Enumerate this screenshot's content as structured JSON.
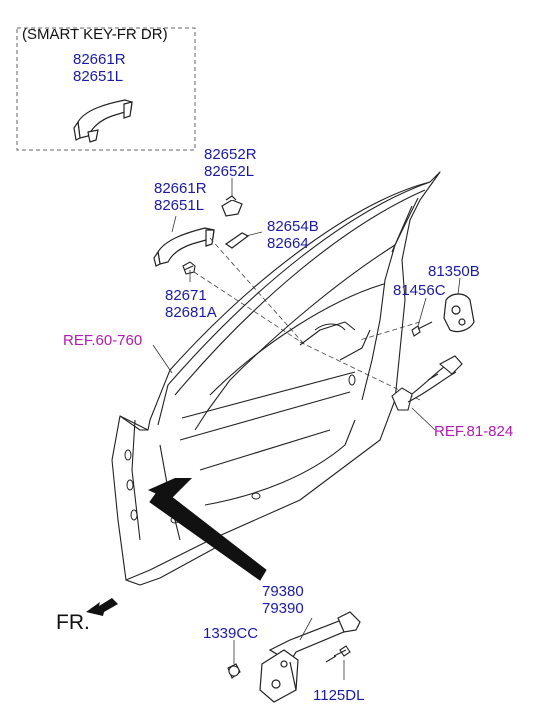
{
  "smart_key_box": {
    "caption": "(SMART KEY-FR DR)",
    "parts": [
      "82661R",
      "82651L"
    ]
  },
  "callouts": {
    "handle_cover": [
      "82652R",
      "82652L"
    ],
    "outside_handle": [
      "82661R",
      "82651L"
    ],
    "handle_pad": [
      "82654B",
      "82664"
    ],
    "handle_bracket": [
      "82671",
      "82681A"
    ],
    "latch": "81350B",
    "latch_screw": "81456C",
    "checker": [
      "79380",
      "79390"
    ],
    "checker_bolt": "1339CC",
    "checker_bolt2": "1125DL"
  },
  "references": {
    "panel": "REF.60-760",
    "lock": "REF.81-824"
  },
  "direction": {
    "label": "FR."
  },
  "colors": {
    "part_label": "#1a1aa8",
    "reference_label": "#b21bb2",
    "line_art": "#222222"
  }
}
